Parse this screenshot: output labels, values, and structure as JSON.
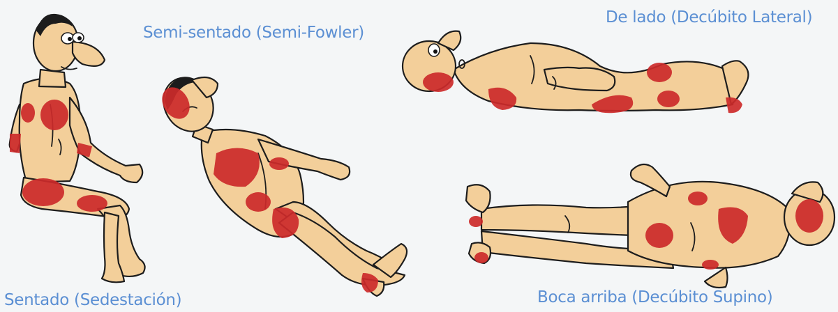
{
  "positions": {
    "semi_fowler": "Semi-sentado (Semi-Fowler)",
    "lateral": "De lado (Decúbito Lateral)",
    "sitting": "Sentado (Sedestación)",
    "supine": "Boca arriba (Decúbito Supino)"
  },
  "colors": {
    "label": "#5b8fd3",
    "skin": "#f3cf9a",
    "pressure_sore": "#cc2a2a",
    "background": "#f4f6f7"
  }
}
